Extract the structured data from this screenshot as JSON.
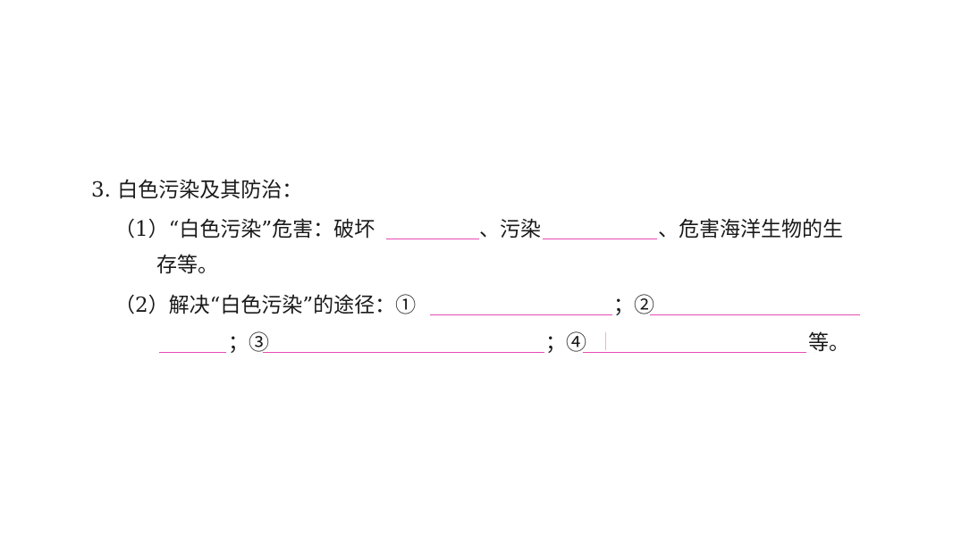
{
  "question": {
    "title": "3. 白色污染及其防治：",
    "part1": {
      "prefix": "（1）“白色污染”危害：破坏",
      "sep1": "、污染",
      "suffix": "、危害海洋生物的生",
      "continuation": "存等。"
    },
    "part2": {
      "prefix": "（2）解决“白色污染”的途径：①",
      "sep2": "；②",
      "sep3": "；③",
      "sep4": "；④",
      "suffix": "等。"
    }
  },
  "colors": {
    "blank_line": "#e64ab4",
    "text": "#1a1a1a"
  }
}
